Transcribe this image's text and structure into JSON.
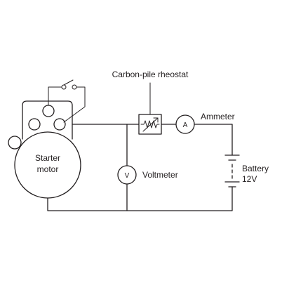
{
  "labels": {
    "rheostat": "Carbon-pile rheostat",
    "ammeter": "Ammeter",
    "voltmeter": "Voltmeter",
    "battery_line1": "Battery",
    "battery_line2": "12V",
    "starter_line1": "Starter",
    "starter_line2": "motor"
  },
  "symbols": {
    "ammeter": "A",
    "voltmeter": "V"
  },
  "colors": {
    "ink": "#231f20",
    "background": "#ffffff"
  }
}
